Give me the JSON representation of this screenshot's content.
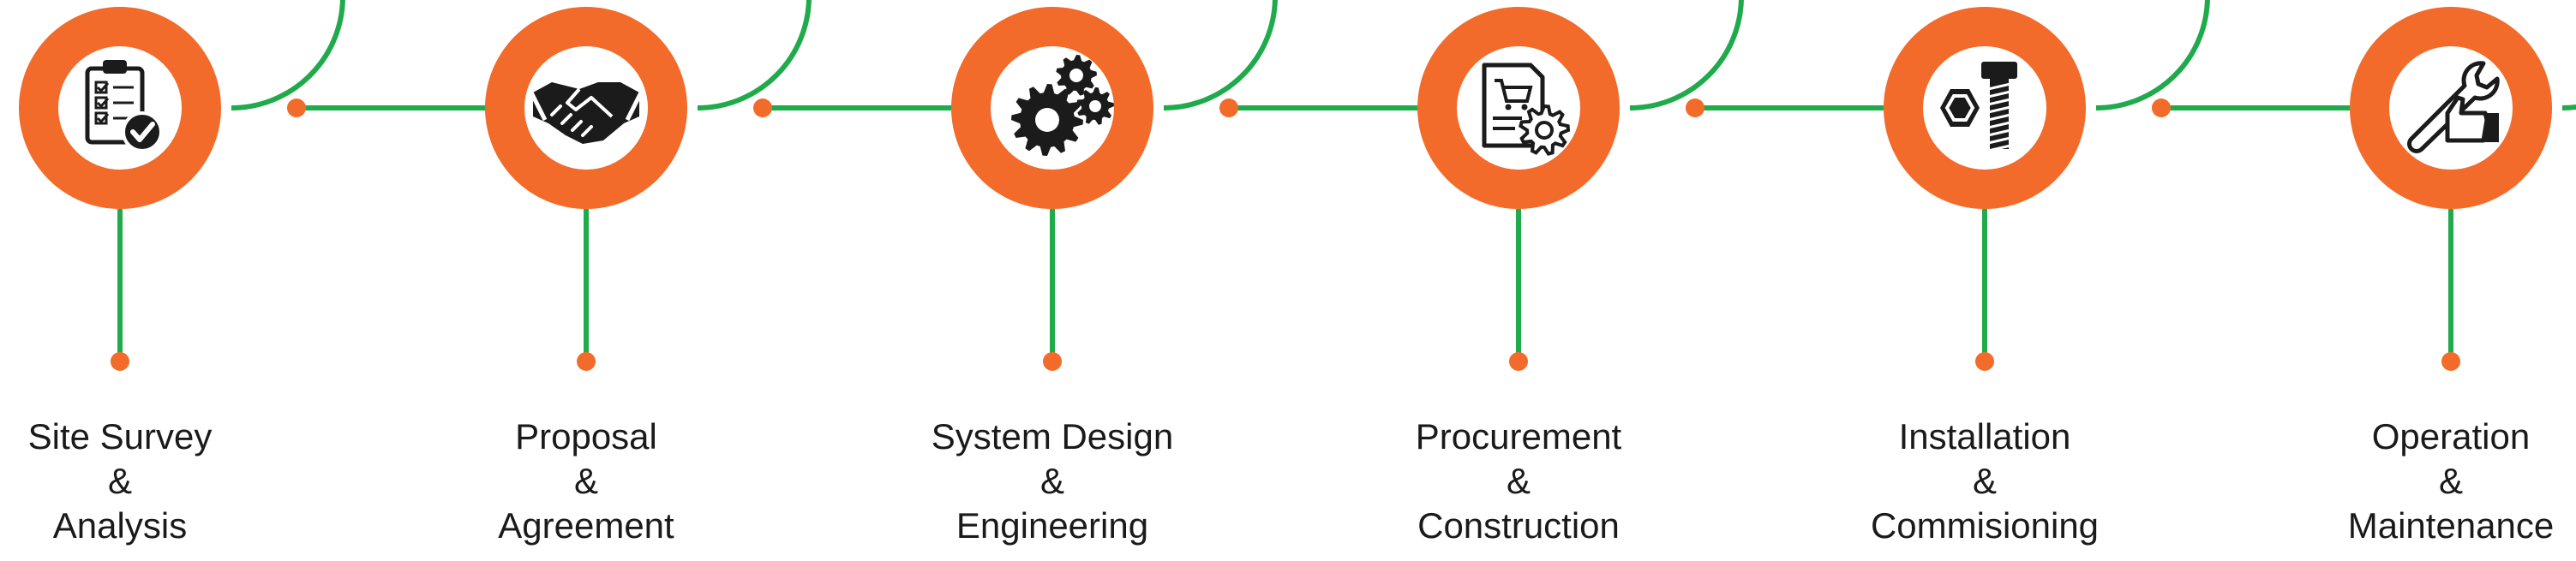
{
  "colors": {
    "green": "#1faa4b",
    "orange": "#f26b2b",
    "icon": "#1b1b1b",
    "text": "#1a1a1a"
  },
  "steps": [
    {
      "line1": "Site Survey",
      "line2": "&",
      "line3": "Analysis",
      "icon": "clipboard-check-icon"
    },
    {
      "line1": "Proposal",
      "line2": "&",
      "line3": "Agreement",
      "icon": "handshake-icon"
    },
    {
      "line1": "System Design",
      "line2": "&",
      "line3": "Engineering",
      "icon": "gears-icon"
    },
    {
      "line1": "Procurement",
      "line2": "&",
      "line3": "Construction",
      "icon": "cart-document-gear-icon"
    },
    {
      "line1": "Installation",
      "line2": "&",
      "line3": "Commisioning",
      "icon": "nut-bolt-icon"
    },
    {
      "line1": "Operation",
      "line2": "&",
      "line3": "Maintenance",
      "icon": "wrench-thumbsup-icon"
    }
  ]
}
